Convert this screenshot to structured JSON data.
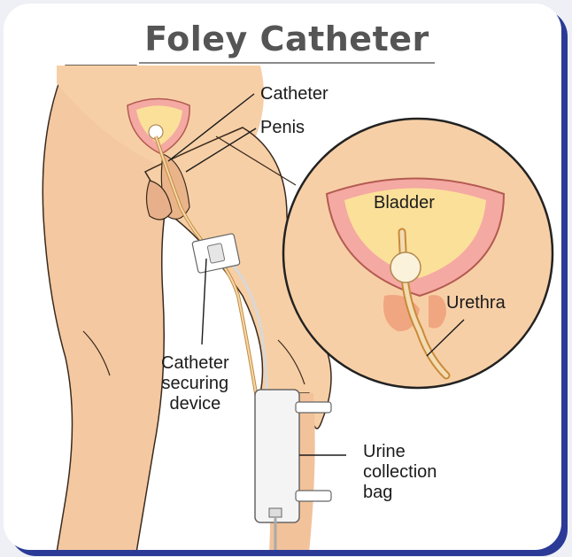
{
  "title": "Foley Catheter",
  "labels": {
    "catheter": "Catheter",
    "penis": "Penis",
    "bladder": "Bladder",
    "urethra": "Urethra",
    "securing_device": "Catheter\nsecuring\ndevice",
    "collection_bag": "Urine\ncollection\nbag"
  },
  "colors": {
    "skin": "#f7cfa6",
    "skin_shade": "#e9b68a",
    "bladder_pink": "#f4a9a2",
    "bladder_inner": "#fbe09a",
    "frame": "#2a3a96"
  }
}
